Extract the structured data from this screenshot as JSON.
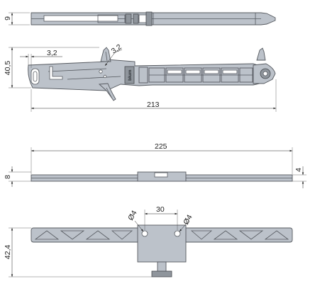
{
  "brand": "blum",
  "dimensions": {
    "top_height": "9",
    "side_height": "40,5",
    "side_offset": "3,2",
    "side_angle": "3,2",
    "side_length": "213",
    "bottom_length": "225",
    "bottom_height": "8",
    "bottom_right": "4",
    "plan_spacing": "30",
    "plan_hole_left": "Ø4",
    "plan_hole_right": "Ø4",
    "plan_height": "42,4"
  },
  "colors": {
    "part_fill": "#bcc2ca",
    "outline": "#55595f",
    "dimension": "#222222"
  }
}
